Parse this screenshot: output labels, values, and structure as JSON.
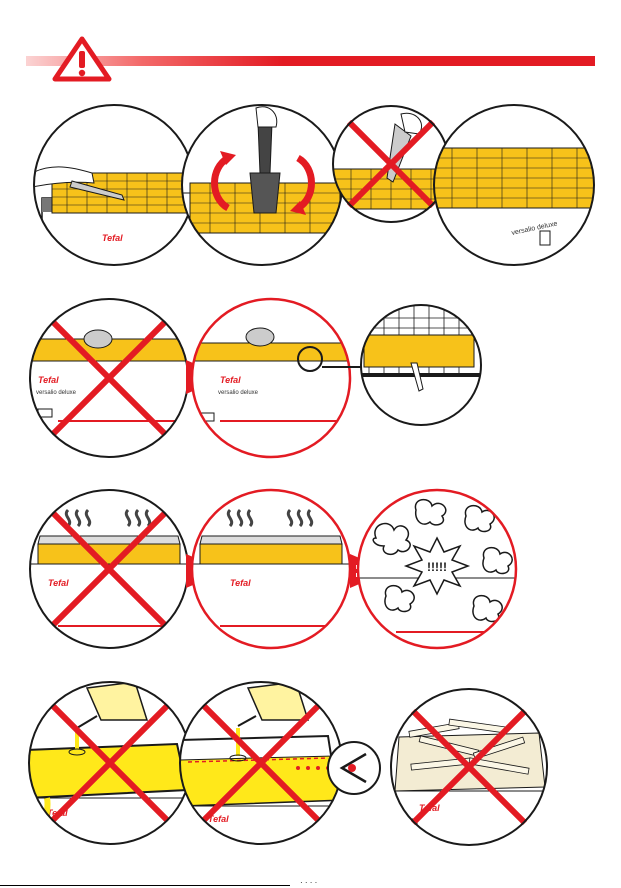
{
  "brand": "Tefal",
  "model": "versalio deluxe",
  "colors": {
    "accent": "#e31b23",
    "oil": "#ffe81a",
    "fries": "#f7c21a",
    "outline": "#1a1a1a"
  },
  "icons": {
    "warning": "warning-triangle-icon",
    "cross": "prohibited-x-icon",
    "equals": "equals-icon",
    "eye": "eye-icon",
    "steam": "steam-icon",
    "explosion": "explosion-icon",
    "rotate": "rotate-arrow-icon"
  },
  "rows": [
    {
      "row": 1,
      "panels": [
        "knife-scraping-basket",
        "spatula-stirring-fries",
        "fork-prohibited",
        "basket-full-fries"
      ]
    },
    {
      "row": 2,
      "panels": [
        "overfilled-basket-prohibited",
        "basket-max-level",
        "max-level-zoom"
      ]
    },
    {
      "row": 3,
      "panels": [
        "lid-steam-prohibited",
        "basket-with-lid",
        "boil-over-explosion"
      ]
    },
    {
      "row": 4,
      "panels": [
        "oil-overflow-prohibited",
        "oil-level-mark-prohibited",
        "frozen-fries-overload-prohibited"
      ]
    }
  ],
  "explosion_text": "!!!!!",
  "bottom_mark": "· · · ·"
}
